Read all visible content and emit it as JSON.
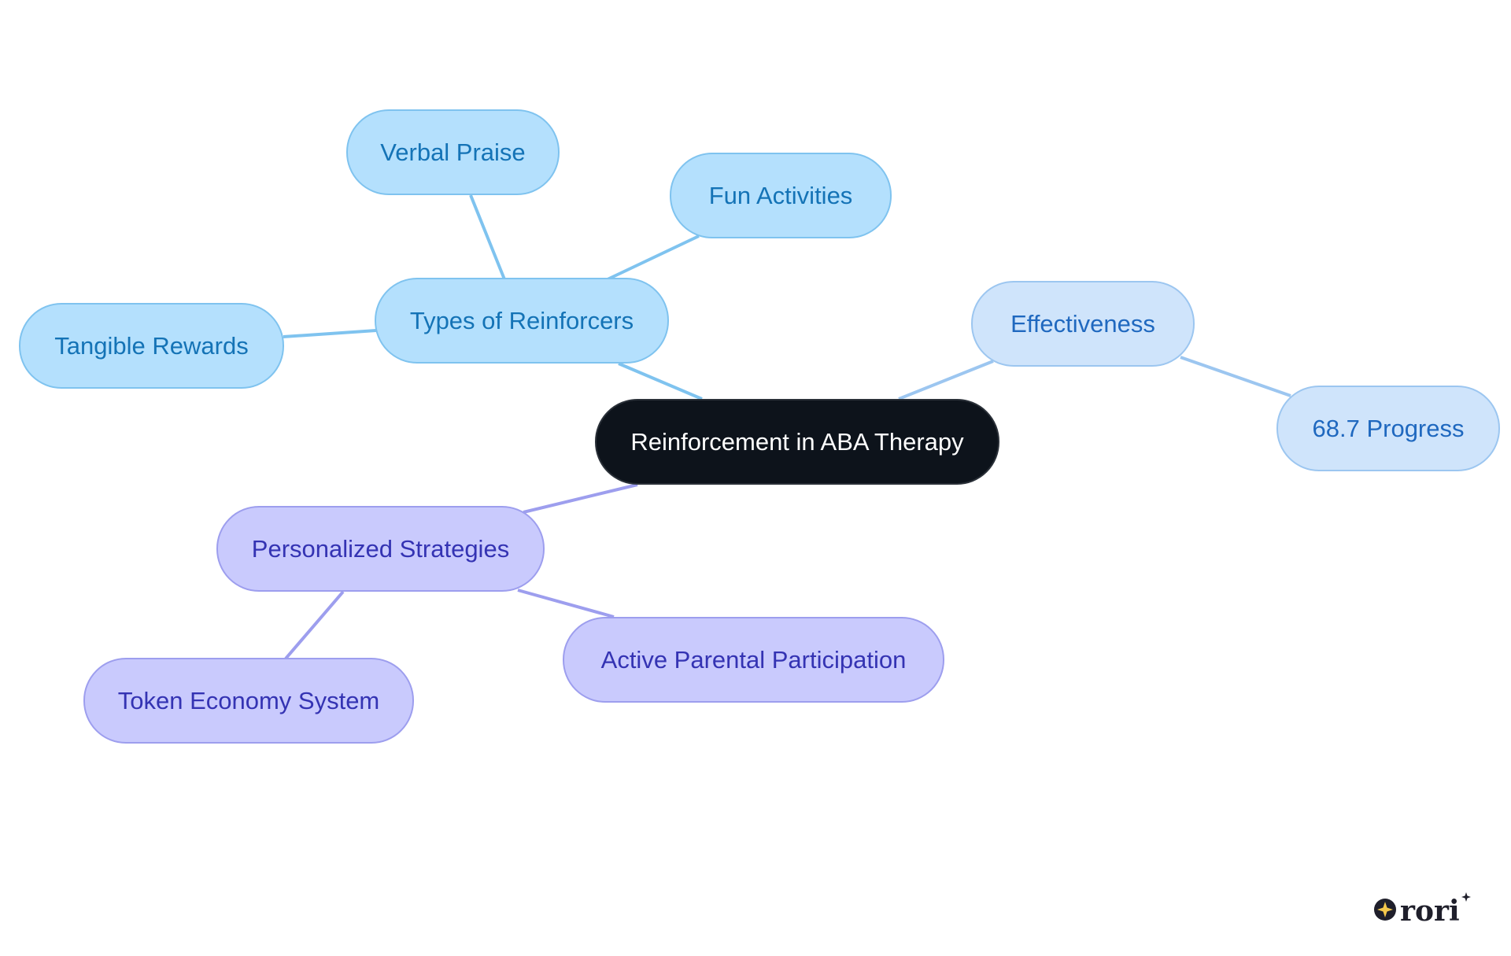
{
  "diagram": {
    "root": {
      "id": "root",
      "label": "Reinforcement in ABA Therapy"
    },
    "nodes": [
      {
        "id": "types",
        "label": "Types of Reinforcers",
        "parent": "root",
        "group": "blue"
      },
      {
        "id": "verbal",
        "label": "Verbal Praise",
        "parent": "types",
        "group": "blue"
      },
      {
        "id": "fun",
        "label": "Fun Activities",
        "parent": "types",
        "group": "blue"
      },
      {
        "id": "tangible",
        "label": "Tangible Rewards",
        "parent": "types",
        "group": "blue"
      },
      {
        "id": "effect",
        "label": "Effectiveness",
        "parent": "root",
        "group": "pale"
      },
      {
        "id": "progress",
        "label": "68.7 Progress",
        "parent": "effect",
        "group": "pale"
      },
      {
        "id": "personal",
        "label": "Personalized Strategies",
        "parent": "root",
        "group": "violet"
      },
      {
        "id": "token",
        "label": "Token Economy System",
        "parent": "personal",
        "group": "violet"
      },
      {
        "id": "parental",
        "label": "Active Parental Participation",
        "parent": "personal",
        "group": "violet"
      }
    ],
    "colors": {
      "root_fill": "#0d131b",
      "blue_fill": "#b4e0fd",
      "blue_text": "#1473b6",
      "blue_edge": "#7fc3ef",
      "pale_fill": "#cfe4fb",
      "pale_text": "#1f68bf",
      "pale_edge": "#9cc6f0",
      "violet_fill": "#c9cafd",
      "violet_text": "#3433b3",
      "violet_edge": "#9d9eee"
    }
  },
  "logo": {
    "text": "rori"
  }
}
